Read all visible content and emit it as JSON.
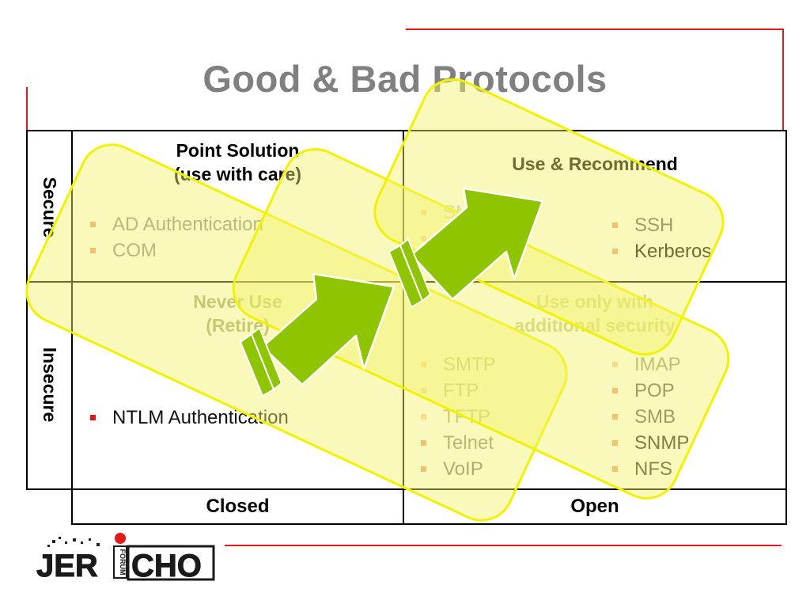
{
  "title": "Good & Bad Protocols",
  "axes": {
    "secure": "Secure",
    "insecure": "Insecure",
    "closed": "Closed",
    "open": "Open"
  },
  "quadrants": {
    "point_solution": {
      "title_line1": "Point Solution",
      "title_line2": "(use with care)",
      "items": [
        "AD Authentication",
        "COM"
      ]
    },
    "use_recommend": {
      "title": "Use & Recommend",
      "items_left": [
        "SMTP-TLS",
        "HTTPS"
      ],
      "items_right": [
        "SSH",
        "Kerberos"
      ]
    },
    "never_use": {
      "title_line1": "Never Use",
      "title_line2": "(Retire)",
      "items": [
        "NTLM Authentication"
      ]
    },
    "use_only_with": {
      "title_line1": "Use only with",
      "title_line2": "additional security",
      "items_left": [
        "SMTP",
        "FTP",
        "TFTP",
        "Telnet",
        "VoIP"
      ],
      "items_right": [
        "IMAP",
        "POP",
        "SMB",
        "SNMP",
        "NFS"
      ]
    }
  },
  "logo": {
    "text_left": "JER",
    "text_right": "CHO",
    "badge": "FORUM"
  },
  "colors": {
    "accent_red": "#e2191d",
    "title_gray": "#808080",
    "highlight_fill": "#f4f48a",
    "highlight_stroke": "#f2f200",
    "arrow_green": "#8fc400",
    "bullet_orange": "#f09a6c",
    "bullet_red": "#d01c1c"
  }
}
